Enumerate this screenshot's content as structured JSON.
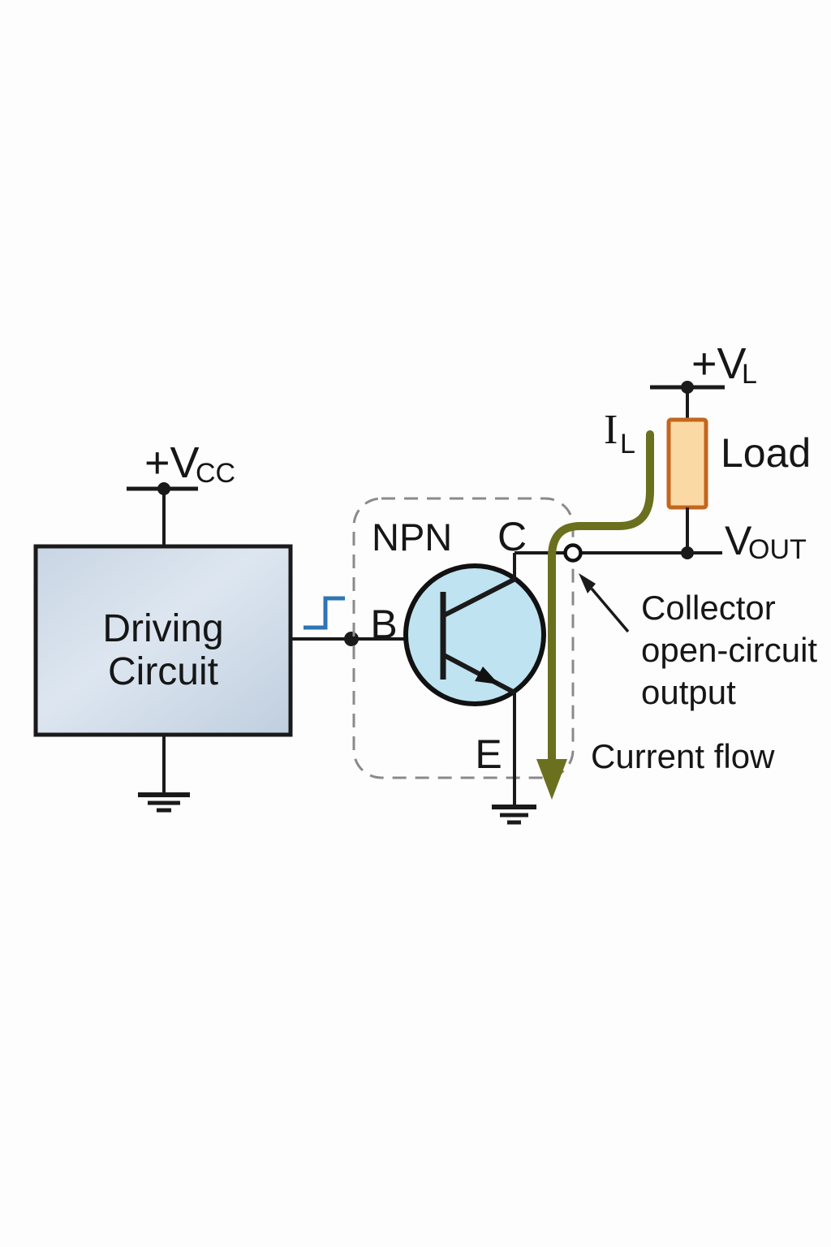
{
  "labels": {
    "vcc_main": "+V",
    "vcc_sub": "CC",
    "driving_line1": "Driving",
    "driving_line2": "Circuit",
    "npn": "NPN",
    "base": "B",
    "collector": "C",
    "emitter": "E",
    "vl_main": "+V",
    "vl_sub": "L",
    "load": "Load",
    "vout_main": "V",
    "vout_sub": "OUT",
    "il_main": "I",
    "il_sub": "L",
    "annotation_line1": "Collector",
    "annotation_line2": "open-circuit",
    "annotation_line3": "output",
    "current_flow": "Current flow"
  },
  "colors": {
    "wire": "#1a1a1a",
    "transistor_fill": "#bfe3f0",
    "driving_box_fill_light": "#dde6f0",
    "driving_box_fill_dark": "#c3d1e1",
    "load_fill": "#fbd9a5",
    "load_border": "#c4661e",
    "current_arrow": "#6b701e",
    "signal_step_blue": "#2e75b5",
    "dashed_outline": "#8a8a8a",
    "background": "#fdfdfd"
  }
}
